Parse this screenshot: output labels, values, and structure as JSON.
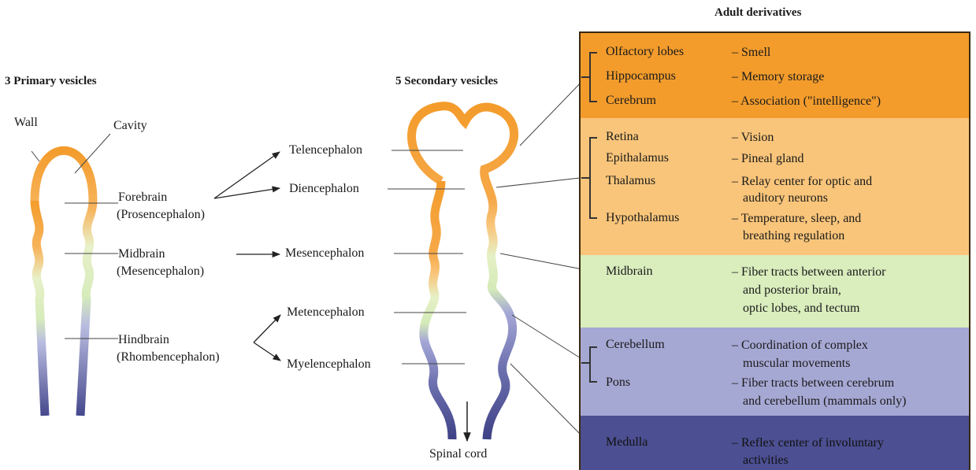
{
  "headings": {
    "primary": "3 Primary vesicles",
    "secondary": "5 Secondary vesicles",
    "adult": "Adult derivatives"
  },
  "primary_labels": {
    "wall": "Wall",
    "cavity": "Cavity",
    "forebrain": "Forebrain",
    "forebrain_alt": "(Prosencephalon)",
    "midbrain": "Midbrain",
    "midbrain_alt": "(Mesencephalon)",
    "hindbrain": "Hindbrain",
    "hindbrain_alt": "(Rhombencephalon)"
  },
  "secondary_labels": {
    "telencephalon": "Telencephalon",
    "diencephalon": "Diencephalon",
    "mesencephalon": "Mesencephalon",
    "metencephalon": "Metencephalon",
    "myelencephalon": "Myelencephalon",
    "spinal_cord": "Spinal cord"
  },
  "derivatives": [
    {
      "region": "Olfactory lobes",
      "function": [
        "– Smell"
      ]
    },
    {
      "region": "Hippocampus",
      "function": [
        "– Memory storage"
      ]
    },
    {
      "region": "Cerebrum",
      "function": [
        "– Association (\"intelligence\")"
      ]
    },
    {
      "region": "Retina",
      "function": [
        "– Vision"
      ]
    },
    {
      "region": "Epithalamus",
      "function": [
        "– Pineal gland"
      ]
    },
    {
      "region": "Thalamus",
      "function": [
        "– Relay center for optic and",
        "auditory neurons"
      ]
    },
    {
      "region": "Hypothalamus",
      "function": [
        "– Temperature, sleep, and",
        "breathing regulation"
      ]
    },
    {
      "region": "Midbrain",
      "function": [
        "– Fiber tracts between anterior",
        "and posterior brain,",
        "optic lobes, and tectum"
      ]
    },
    {
      "region": "Cerebellum",
      "function": [
        "– Coordination of complex",
        "muscular movements"
      ]
    },
    {
      "region": "Pons",
      "function": [
        "– Fiber tracts between cerebrum",
        "and cerebellum (mammals only)"
      ]
    },
    {
      "region": "Medulla",
      "function": [
        "– Reflex center of involuntary",
        "activities"
      ]
    }
  ],
  "colors": {
    "telencephalon": "#f39c2c",
    "diencephalon": "#f9c57a",
    "mesencephalon": "#d9edbd",
    "metencephalon": "#a6a8d4",
    "myelencephalon": "#4c4f91"
  }
}
